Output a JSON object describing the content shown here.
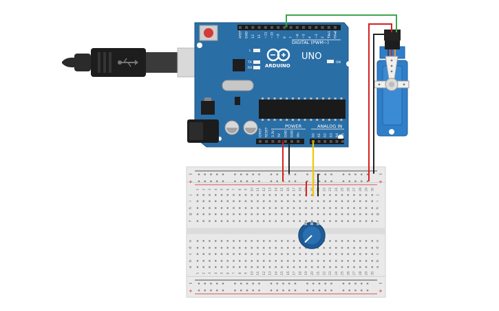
{
  "arduino": {
    "brand": "ARDUINO",
    "model": "UNO",
    "digital_header_label": "DIGITAL (PWM~)",
    "analog_header_label": "ANALOG IN",
    "power_header_label": "POWER",
    "on_led_label": "ON",
    "led_l_label": "L",
    "led_tx_label": "TX",
    "led_rx_label": "RX",
    "digital_pins": [
      "AREF",
      "GND",
      "13",
      "12",
      "~11",
      "~10",
      "~9",
      "8",
      "7",
      "~6",
      "~5",
      "4",
      "~3",
      "2",
      "TX▸1",
      "RX◂0"
    ],
    "power_pins": [
      "IOREF",
      "RESET",
      "3.3V",
      "5V",
      "GND",
      "GND",
      "Vin"
    ],
    "analog_pins": [
      "A0",
      "A1",
      "A2",
      "A3",
      "A4",
      "A5"
    ]
  },
  "breadboard": {
    "row_letters_top": [
      "j",
      "i",
      "h",
      "g",
      "f"
    ],
    "row_letters_bottom": [
      "e",
      "d",
      "c",
      "b",
      "a"
    ],
    "rail_minus": "−",
    "rail_plus": "+",
    "column_numbers": [
      "1",
      "2",
      "3",
      "4",
      "5",
      "6",
      "7",
      "8",
      "9",
      "10",
      "11",
      "12",
      "13",
      "14",
      "15",
      "16",
      "17",
      "18",
      "19",
      "20",
      "21",
      "22",
      "23",
      "24",
      "25",
      "26",
      "27",
      "28",
      "29",
      "30"
    ]
  },
  "colors": {
    "board": "#2a6ea6",
    "board_dark": "#1e5a8a",
    "wire_green": "#3aa64a",
    "wire_red": "#d42020",
    "wire_black": "#222222",
    "wire_yellow": "#f0c800",
    "servo": "#2f7ec9",
    "pot": "#1f5d99"
  }
}
